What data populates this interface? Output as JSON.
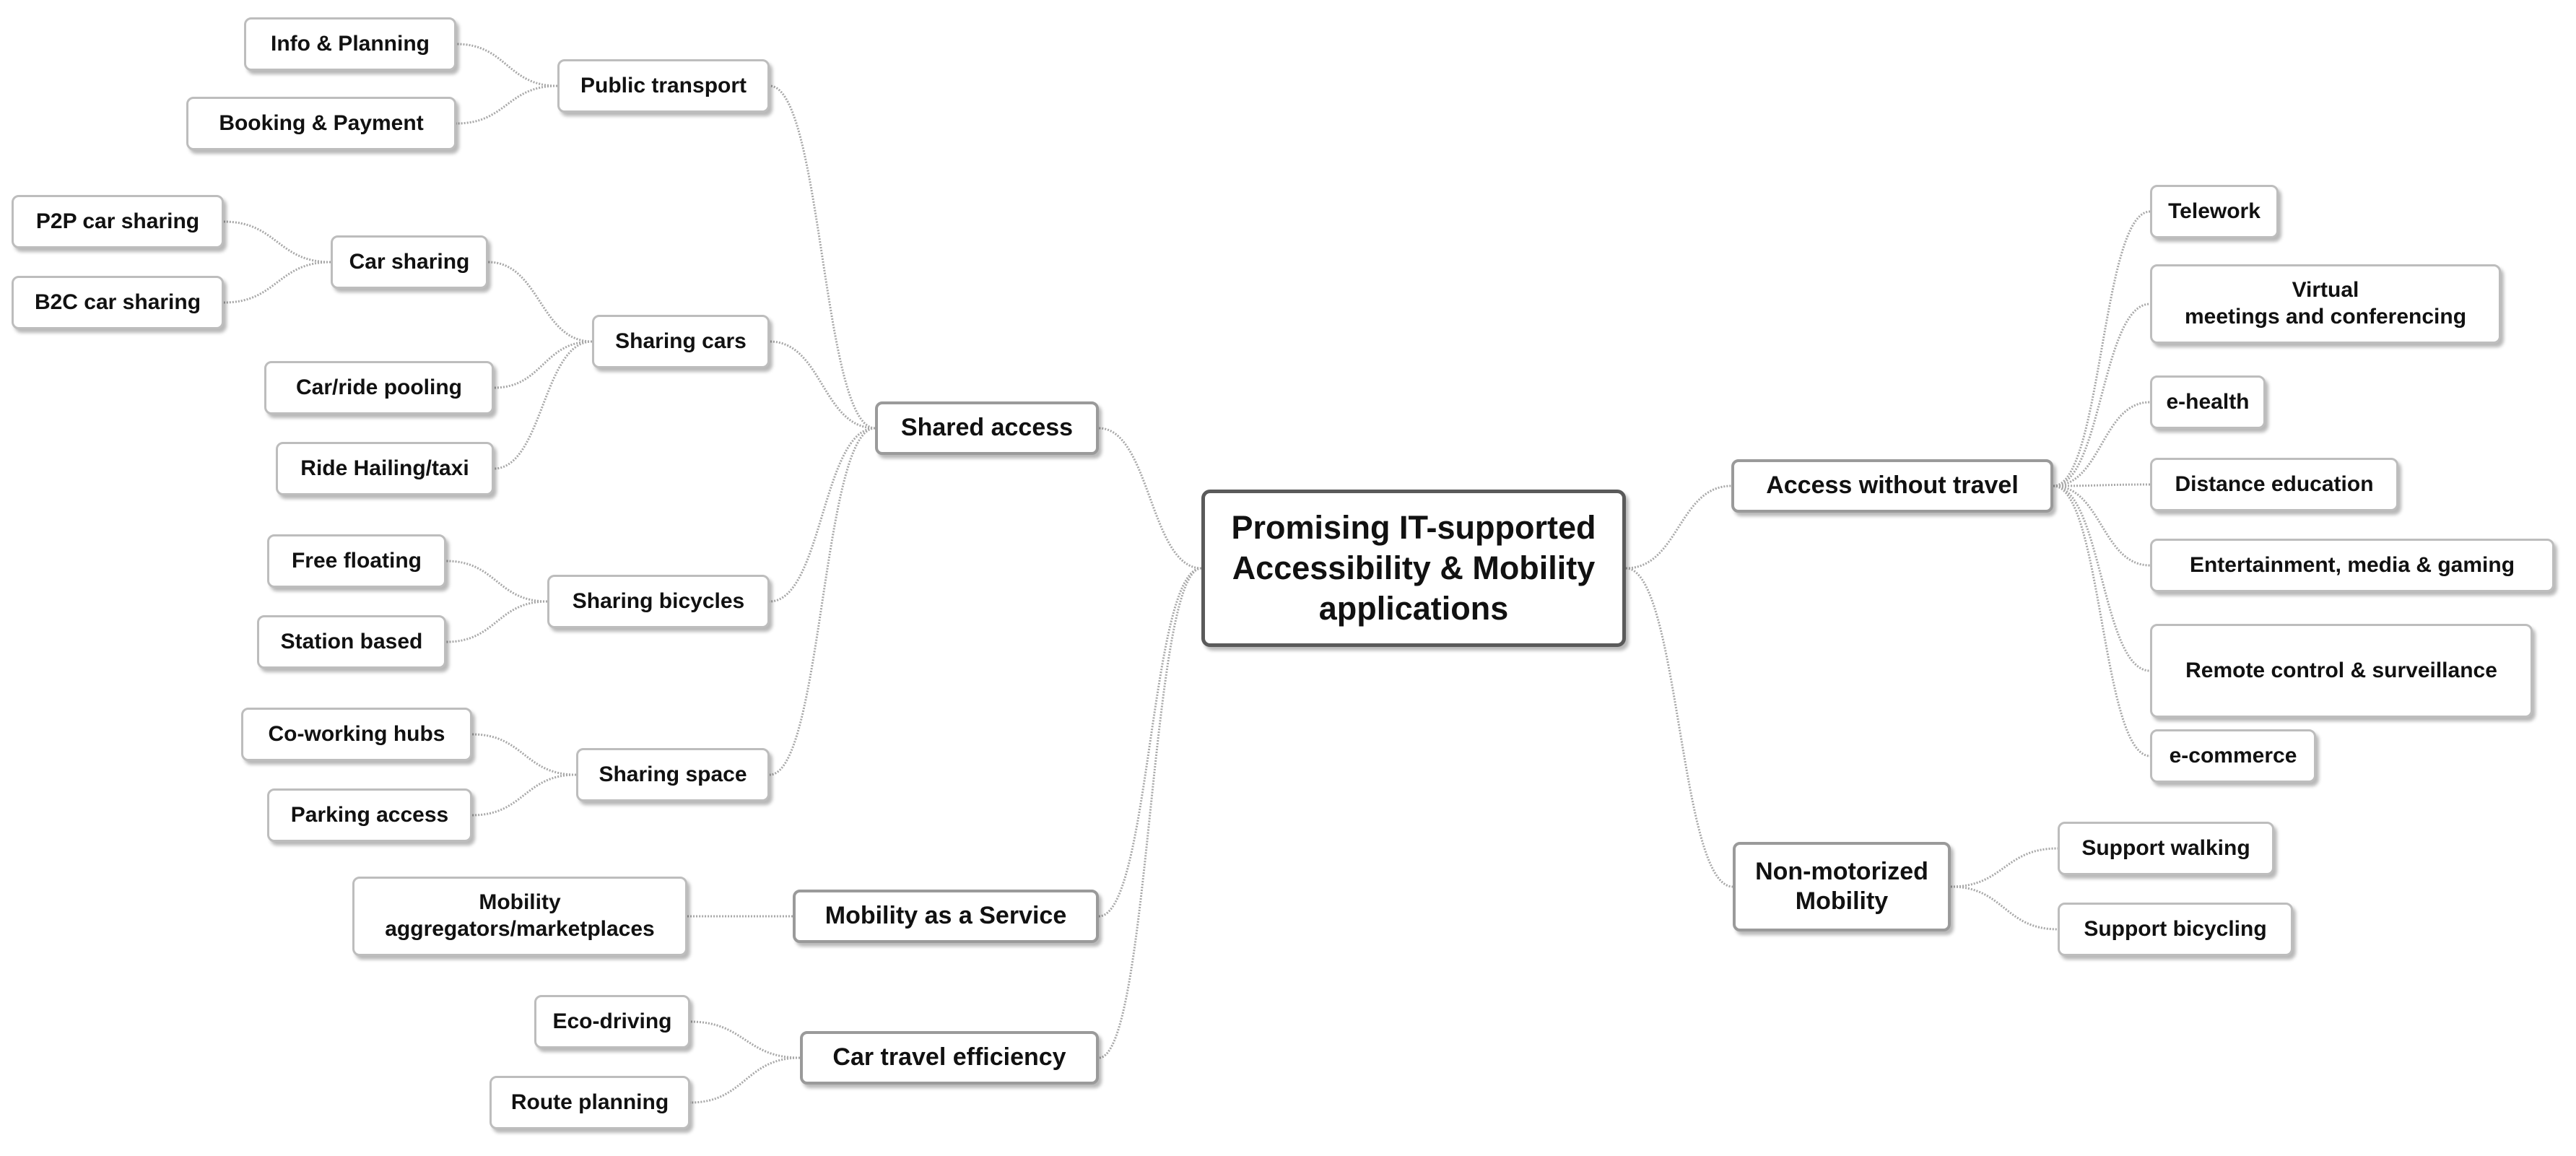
{
  "root": "Promising IT-supported\nAccessibility & Mobility\napplications",
  "shared_access": {
    "label": "Shared access",
    "public_transport": {
      "label": "Public transport",
      "items": [
        "Info & Planning",
        "Booking & Payment"
      ]
    },
    "sharing_cars": {
      "label": "Sharing cars",
      "car_sharing": {
        "label": "Car sharing",
        "items": [
          "P2P car sharing",
          "B2C car sharing"
        ]
      },
      "items": [
        "Car/ride pooling",
        "Ride Hailing/taxi"
      ]
    },
    "sharing_bicycles": {
      "label": "Sharing bicycles",
      "items": [
        "Free floating",
        "Station based"
      ]
    },
    "sharing_space": {
      "label": "Sharing space",
      "items": [
        "Co-working hubs",
        "Parking access"
      ]
    }
  },
  "maas": {
    "label": "Mobility as a Service",
    "items": [
      "Mobility\naggregators/marketplaces"
    ]
  },
  "car_travel": {
    "label": "Car travel efficiency",
    "items": [
      "Eco-driving",
      "Route planning"
    ]
  },
  "access_without_travel": {
    "label": "Access without travel",
    "items": [
      "Telework",
      "Virtual\nmeetings and conferencing",
      "e-health",
      "Distance education",
      "Entertainment, media & gaming",
      "Remote control & surveillance",
      "e-commerce"
    ]
  },
  "non_motorized": {
    "label": "Non-motorized\nMobility",
    "items": [
      "Support walking",
      "Support bicycling"
    ]
  }
}
